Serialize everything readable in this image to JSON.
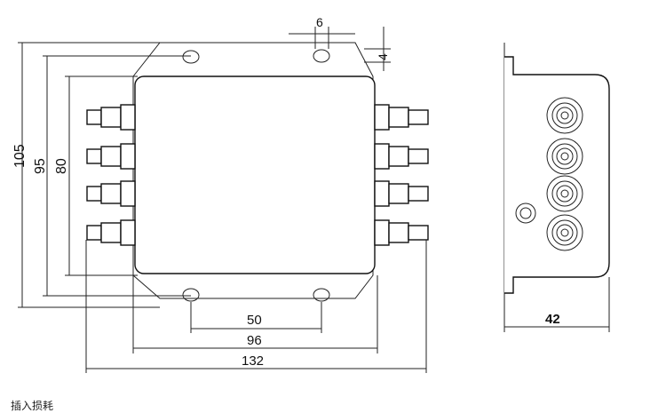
{
  "dimensions": {
    "height_outer": "105",
    "height_mid": "95",
    "height_inner": "80",
    "hole_dx": "6",
    "hole_dy": "4",
    "hole_spacing": "50",
    "body_width": "96",
    "total_width": "132",
    "depth": "42"
  },
  "caption": "插入损耗"
}
